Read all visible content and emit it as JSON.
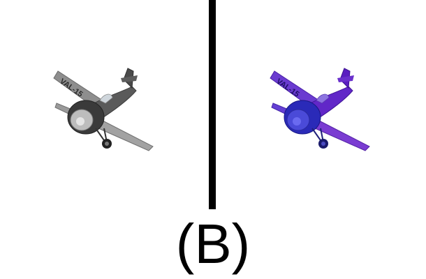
{
  "figure": {
    "caption": "(B)",
    "left_panel": {
      "content": "airplane-icon",
      "color_scheme": "grayscale",
      "accent_color": "#6b6b6b"
    },
    "right_panel": {
      "content": "airplane-icon",
      "color_scheme": "purple-blue",
      "accent_color": "#5b2fd0"
    },
    "tail_marking": "VAL-15",
    "divider_color": "#000000"
  }
}
